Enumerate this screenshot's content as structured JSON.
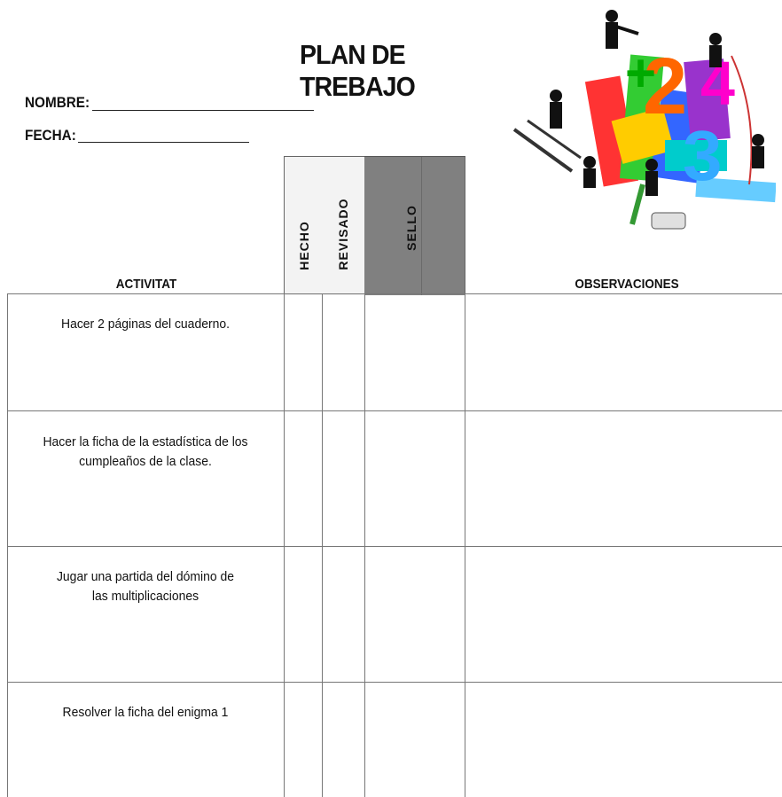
{
  "title": "PLAN DE TREBAJO",
  "fields": {
    "nombre": "NOMBRE:",
    "fecha": "FECHA:"
  },
  "headers": {
    "hecho": "HECHO",
    "revisado": "REVISADO",
    "sello": "SELLO",
    "activitat": "ACTIVITAT",
    "observaciones": "OBSERVACIONES"
  },
  "tasks": [
    "Hacer 2 páginas del cuaderno.",
    "Hacer la ficha de la estadística de los cumpleaños de la clase.",
    "Jugar una partida del dómino de las multiplicaciones",
    "Resolver la ficha del enigma 1"
  ],
  "colors": {
    "sello_fill": "#808080",
    "header_fill": "#f3f3f3",
    "grid": "#777777"
  }
}
